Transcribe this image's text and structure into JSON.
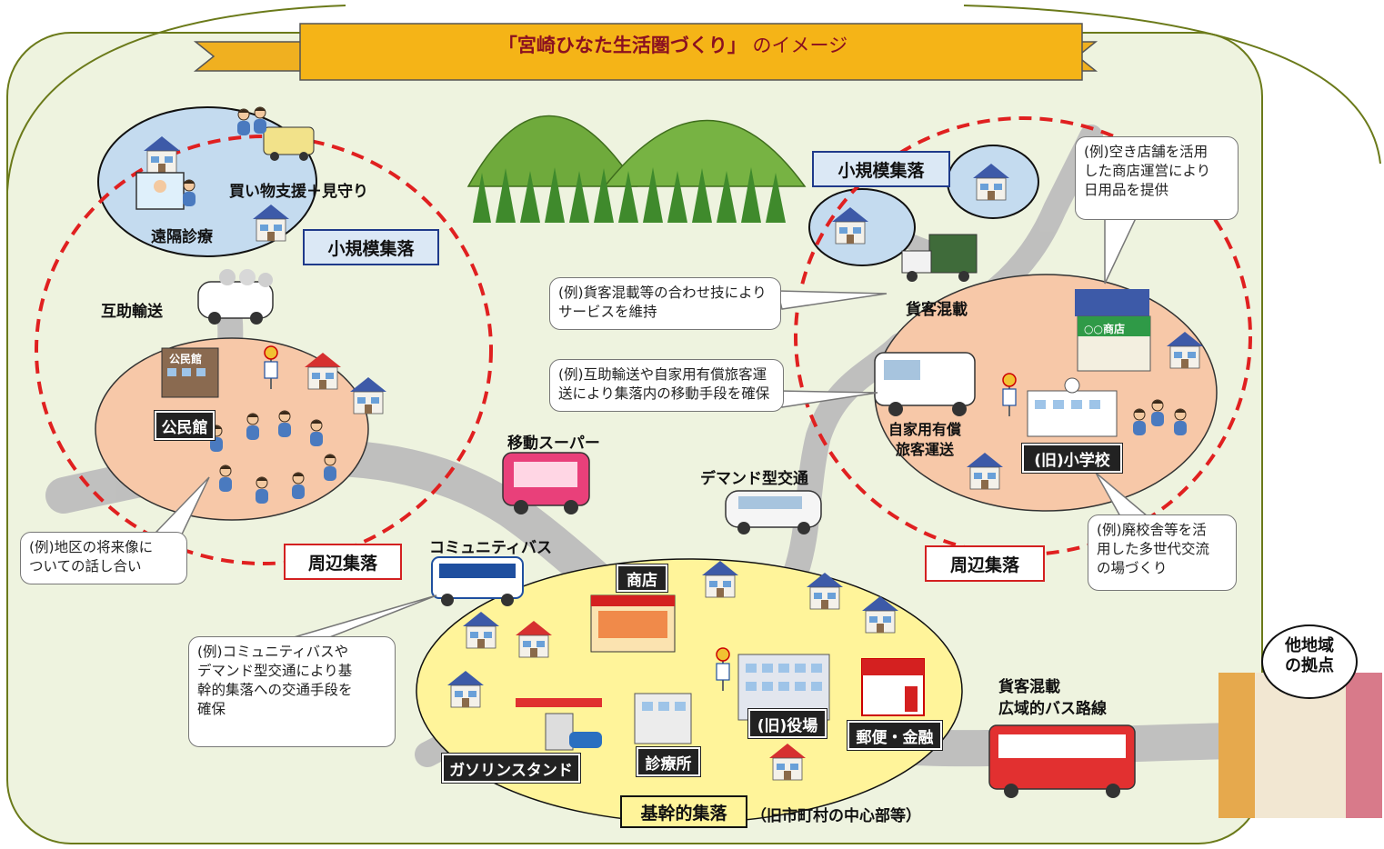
{
  "banner": {
    "title_main": "「宮崎ひなた生活圏づくり」",
    "title_suffix": "のイメージ"
  },
  "areas": {
    "small_left": "小規模集落",
    "small_right": "小規模集落",
    "peripheral_left": "周辺集落",
    "peripheral_right": "周辺集落",
    "core": "基幹的集落",
    "core_note": "（旧市町村の中心部等）",
    "other_hub": "他地域\nの拠点"
  },
  "labels": {
    "shopping": "買い物支援＋見守り",
    "telemedicine": "遠隔診療",
    "mutual_transport": "互助輸送",
    "community_hall": "公民館",
    "mobile_super": "移動スーパー",
    "demand_transport": "デマンド型交通",
    "community_bus": "コミュニティバス",
    "shop": "商店",
    "gas_station": "ガソリンスタンド",
    "clinic": "診療所",
    "old_office": "(旧)役場",
    "post_finance": "郵便・金融",
    "cargo_mixed_right": "貨客混載",
    "private_paid": "自家用有償\n旅客運送",
    "old_school": "(旧)小学校",
    "wide_bus_line": "貨客混載\n広域的バス路線",
    "shop_sign": "○○商店",
    "hall_sign": "公民館"
  },
  "callouts": {
    "future_talk": "(例)地区の将来像に\nついての話し合い",
    "mixed_service": "(例)貨客混載等の合わせ技により\nサービスを維持",
    "mutual_private": "(例)互助輸送や自家用有償旅客運\n送により集落内の移動手段を確保",
    "empty_store": "(例)空き店舗を活用\nした商店運営により\n日用品を提供",
    "closed_school": "(例)廃校舎等を活\n用した多世代交流\nの場づくり",
    "bus_access": "(例)コミュニティバスや\nデマンド型交通により基\n幹的集落への交通手段を\n確保"
  },
  "colors": {
    "outer_bg": "#eef3df",
    "outer_border": "#6b7a1a",
    "banner": "#f5b417",
    "peach_oval": "#f7c8a8",
    "blue_oval": "#c4dbef",
    "yellow_oval": "#fff49a",
    "road": "#b9b9b9",
    "dashed_circle": "#e02020"
  },
  "icons": [
    "house-icon",
    "mountain-icon",
    "bus-icon",
    "truck-icon",
    "car-icon",
    "person-icon",
    "shop-icon",
    "building-icon",
    "bus-stop-icon",
    "post-office-icon",
    "gas-station-icon",
    "school-icon"
  ]
}
